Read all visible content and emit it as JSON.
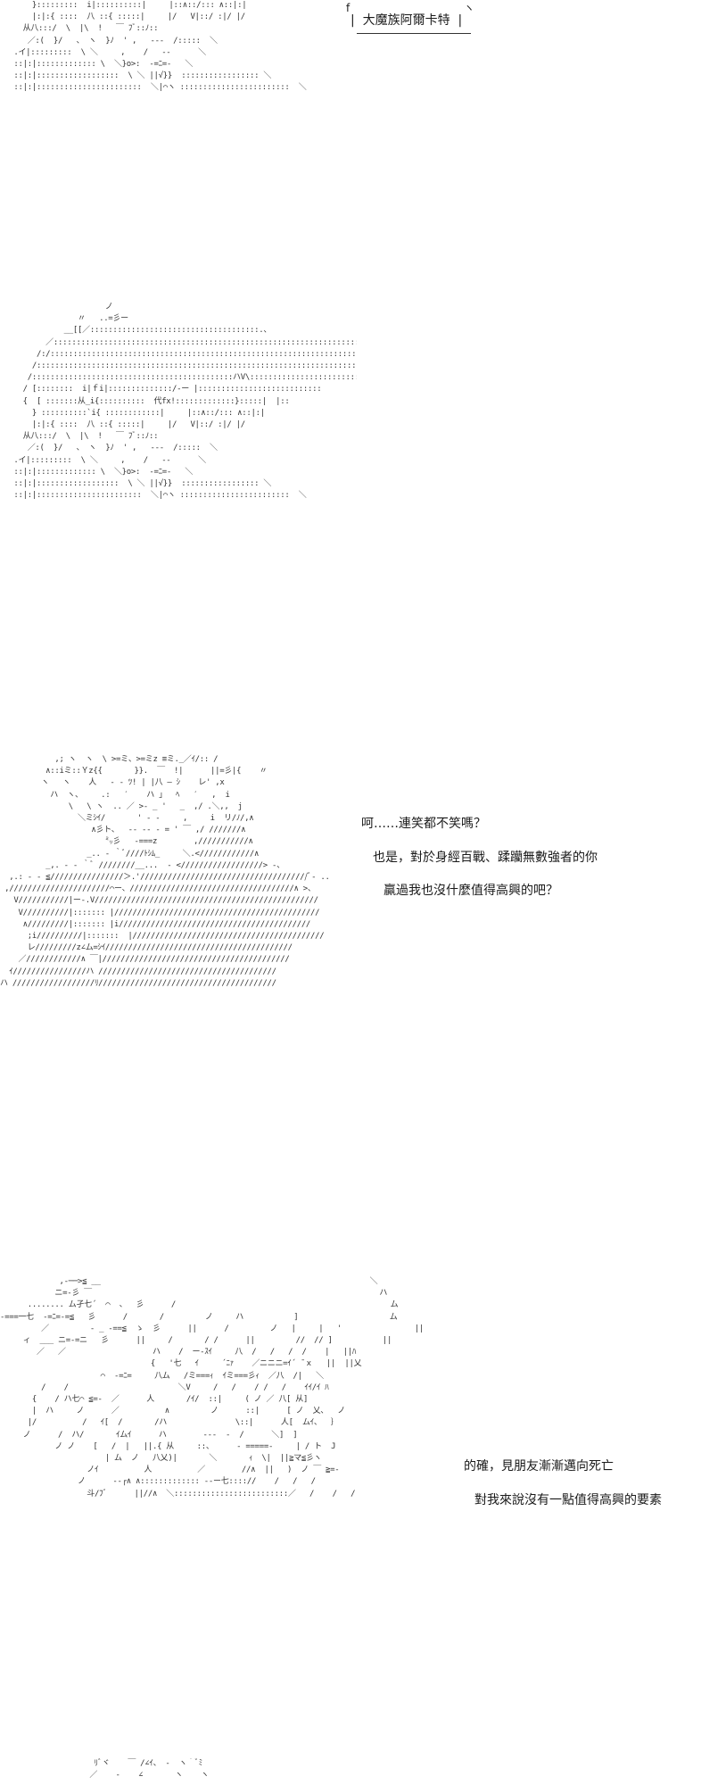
{
  "art_blocks": [
    {
      "id": "art1",
      "lines": [
        "       }:::::::::  i|::::::::::|     |::∧::/::: ∧::|:|",
        "       |:|:{ ::::  八 ::{ :::::|     |/   V|::/ :|/ |/",
        "     从八:::/  \\  |\\  !   ￣ ﾌﾞ::ﾉ::",
        "      ／:(  }/   、 ヽ  }ﾉ  ' ,   ---  /:::::  ＼",
        "   .イ|:::::::::  \\ ＼     ,    /   -‐      ＼",
        "   ::|:|::::::::::::: \\  ＼}o>:  ‐=ﾆ=‐   ＼",
        "   ::|:|::::::::::::::::::  \\ ＼ ||√}}  ::::::::::::::::: ＼",
        "   ::|:|:::::::::::::::::::::::  ＼|⌒ヽ ::::::::::::::::::::::::  ＼"
      ]
    },
    {
      "id": "art2",
      "lines": [
        "                       ノ",
        "                 〃   ..=彡ー",
        "              __[[／:::::::::::::::::::::::::::::::::::::.、",
        "          ／:::::::::::::::::::::::::::::::::::::::::::::::::::::::::::::::::::ﾆ=‐",
        "        /:/:::::::::::::::::::::::::::::::::::::::::::::::::::::::::::::::::::::::＼",
        "       /:::::::::::::::::::::::::::::::::::::::::::::::::::::::::::::::::::::::::::::＼__",
        "      /::::::::::::::::::::::::::::::::::::::::::::ハV\\:::::::::::::::::::::::::::",
        "     / [::::::::  i|ｆi|::::::::::::::/‐ー |:::::::::::::::::::::::::::",
        "     {  [ :::::::从_i{::::::::::  代fx!:::::::::::::}:::::|  |::",
        "       } ::::::::::`i{ ::::::::::::|     |::∧::/::: ∧::|:|",
        "       |:|:{ ::::  八 ::{ :::::|     |/   V|::/ :|/ |/",
        "     从八:::/  \\  |\\  !   ￣ ﾌﾞ::ﾉ::",
        "      ／:(  }/   、 ヽ  }ﾉ  ' ,   ---  /:::::  ＼",
        "   .イ|:::::::::  \\ ＼     ,    /   -‐      ＼",
        "   ::|:|::::::::::::: \\  ＼}o>:  ‐=ﾆ=‐   ＼",
        "   ::|:|::::::::::::::::::  \\ ＼ ||√}}  ::::::::::::::::: ＼",
        "   ::|:|:::::::::::::::::::::::  ＼|⌒ヽ ::::::::::::::::::::::::  ＼"
      ]
    },
    {
      "id": "art3",
      "lines": [
        "            ,; ヽ  ヽ  \\ >=ミ、>=ミz ≡ミ._／ｲ/:: /",
        "          ∧::iミ::Ｙz{{       }}.  ￣  !|      ||=彡|{    〃",
        "         ヽ   ヽ    人   ‐ ‐ ﾂ! | |八 ― ｼ    レ' ,x",
        "           ハ  ヽ、    .:   ′    ハ 」  ﾍ   ′   ,  i",
        "               \\   \\ ヽ  .. ／ >‐ _ '   _  ,/ .＼,,  j",
        "                 ＼ミｼｲ/       ' ‐ ‐     ,     i  リ/ﾉ/,∧",
        "                    ∧彡ト、  ‐‐ ‐‐ ‐ = ' ￣ ,/ ///////∧",
        "                       ㍉彡   ‐===z        ,///////////∧",
        "                   _.. ‐ ｀ﾞ////ﾄｼﾑ_     ＼.<////////////∧",
        "          _,. - ‐ ｀ﾞ ////////__...  ‐ <//////////////////> -、",
        "  ,.: ‐ ‐ ≦////////////////＞.'/////////////////////////////////////ﾞ‐ ..",
        " ,//////////////////////⌒ー、////////////////////////////////////∧ >、",
        "   V///////////|ー-.V/////////////////////////////////////////////////",
        "    V//////////|::::::: |/////////////////////////////////////////////",
        "     ∧/////////|::::::: |i//////////////////////////////////////////",
        "      ;i//////////|:::::::  |//////////////////////////////////////////",
        "      レ/////////z∠ム=ｼｲ/////////////////////////////////////////",
        "    ／////////////∧ ￣|/////////////////////////////////////////",
        "  ｲ////////////////ハ ///////////////////////////////////////",
        "ハ //////////////////ﾘ///////////////////////////////////////"
      ]
    },
    {
      "id": "art4",
      "lines": [
        "             ,‐──>≦ __                                                           ＼",
        "            ニ=‐彡 ￣                                                               ハ",
        "      ........ ム孑七´  ⌒  、  彡      /                                               ム",
        "-===一七  ‐=ﾆ=‐=≦   彡      /       /         ノ     ハ           ]                    ム",
        "         ／         ‐ _ -==≦  ゝ  彡      ||      /         ノ   |     |   '                ||",
        "     ィ  ___ ニ=‐=ニ   彡      ||     /       / /      ||         //  // ]           ||",
        "        ／   ／                   ハ    /  ー‐ｽｲ     八  /   /   /  /    |   ||ﾊ",
        "                                 {   '七   ｲ     ´ﾆｧ    ／ニニニ=ｲ´ ̄ ｘ   ||  ||乂",
        "                      ⌒  ‐=ﾆ=     八ム   /ミ===ｨ  ｲミ===彡ｨ  ／八  /|   ＼",
        "         /    /                        ＼V     /   /    / /   /    ｲｲ/ｲ ﾊ",
        "       {    / ハ七⌒ ≦=‐  ／      人       /ｲ/  ::|     ( ノ ／ 八[ 从]",
        "       |  ハ     ノ      ／          ∧         ノ      ::|      [ ノ  乂、  ノ",
        "      |/          /   ｲ[  /       /ハ               \\::|      人[  ムｲ、  ｝",
        "     ノ      /  ハ/       ｲムｲ      ハ        ---  -  /      ＼]  ]",
        "            ノ ノ    [   /  |   ||.{ 从     ::、     ‐ =====‐     | / ト  J",
        "                       | ム  ノ   八乂)|       ＼       ｨ  \\|  ||≧マ≦彡ヽ",
        "                   ノｲ          人          ／        //∧  ||   )  ノ ￣ ≧=‐",
        "                 ノ      ‐‐┌∧ ∧::::::::::::: ‐‐ー七:::://    /   /   /",
        "                   斗/ﾌﾞ      ||//∧  ＼:::::::::::::::::::::::::／   /    /   /"
      ]
    },
    {
      "id": "art5",
      "lines": [
        "    ﾘﾞヾ    ￣ /∠ｲ、 ‐  ヽ｀ﾞﾐ",
        "   ／    ‐    ∠       ヽ    ヽ"
      ]
    }
  ],
  "sign": {
    "corner_f": "f",
    "corner_right": "ヽ",
    "name": "|  大魔族阿爾卡特  |"
  },
  "dialogue": {
    "panel3": [
      "呵……連笑都不笑嗎？",
      "也是，對於身經百戰、蹂躪無數強者的你",
      "贏過我也沒什麼值得高興的吧？"
    ],
    "panel4": [
      "的確，見朋友漸漸邁向死亡",
      "對我來說沒有一點值得高興的要素"
    ]
  }
}
